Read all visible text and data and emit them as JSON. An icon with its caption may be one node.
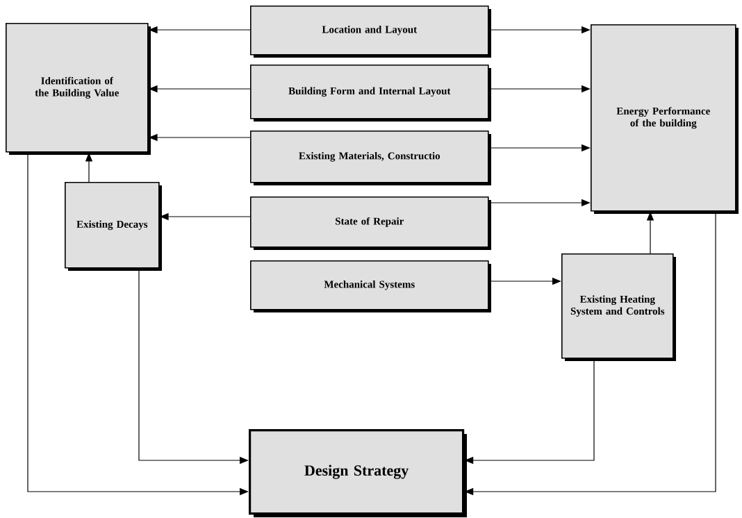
{
  "diagram": {
    "nodes": [
      {
        "text": [
          "Identification of the Building Value"
        ]
      },
      {
        "text": [
          "Location and Layout"
        ]
      },
      {
        "text": [
          "Building Form and Internal Layout"
        ]
      },
      {
        "text": [
          "Existing Materials, Constructio"
        ]
      },
      {
        "text": [
          "Energy Performance of the building"
        ]
      },
      {
        "text": [
          "Existing Decays"
        ]
      },
      {
        "text": [
          "State of Repair"
        ]
      },
      {
        "text": [
          "Mechanical Systems"
        ]
      },
      {
        "text": [
          "Existing Heating System and Controls"
        ]
      },
      {
        "text": [
          "Design Strategy"
        ]
      }
    ],
    "edges": [
      {
        "from": 1,
        "to": 0,
        "arrow": "to"
      },
      {
        "from": 2,
        "to": 0,
        "arrow": "to"
      },
      {
        "from": 3,
        "to": 0,
        "arrow": "to"
      },
      {
        "from": 1,
        "to": 4,
        "arrow": "to"
      },
      {
        "from": 2,
        "to": 4,
        "arrow": "to"
      },
      {
        "from": 3,
        "to": 4,
        "arrow": "to"
      },
      {
        "from": 6,
        "to": 4,
        "arrow": "to"
      },
      {
        "from": 6,
        "to": 5,
        "arrow": "to"
      },
      {
        "from": 5,
        "to": 0,
        "arrow": "to"
      },
      {
        "from": 7,
        "to": 8,
        "arrow": "to"
      },
      {
        "from": 8,
        "to": 4,
        "arrow": "to"
      },
      {
        "from": 0,
        "to": 9,
        "arrow": "to"
      },
      {
        "from": 5,
        "to": 9,
        "arrow": "to"
      },
      {
        "from": 8,
        "to": 9,
        "arrow": "to"
      },
      {
        "from": 4,
        "to": 9,
        "arrow": "to"
      }
    ]
  }
}
